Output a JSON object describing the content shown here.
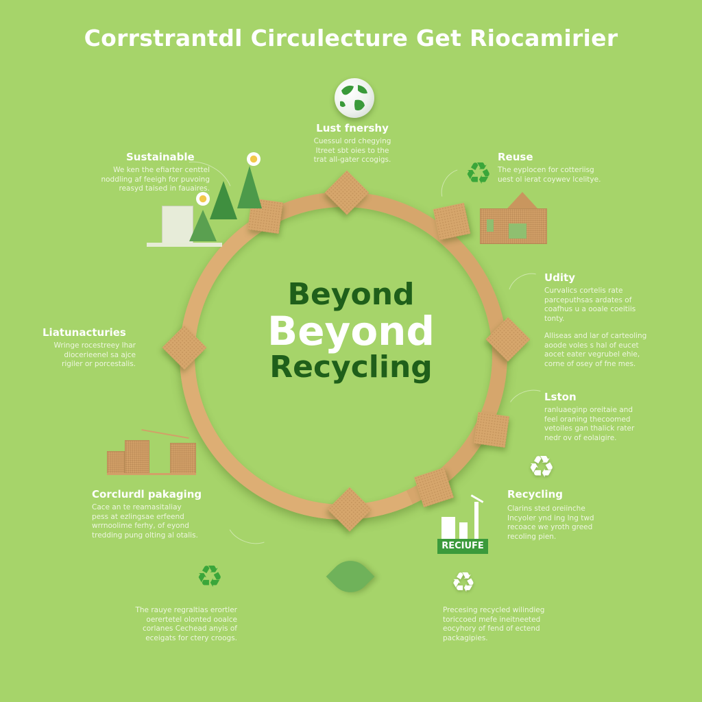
{
  "title": "Corrstrantdl Circulecture Get Riocamirier",
  "hero": {
    "line1": "Beyond",
    "line2": "Beyond",
    "line3": "Recycling"
  },
  "colors": {
    "background": "#a6d46a",
    "ring": "#d6a66c",
    "hero_dark": "#1f5f1a",
    "hero_light": "#ffffff",
    "accent_green": "#3aa63a"
  },
  "blocks": {
    "top": {
      "heading": "Lust fnershy",
      "lines": [
        "Cuessul ord chegying",
        "Itreet sbt oies to the",
        "trat all-gater ccogigs."
      ],
      "icon": "globe-icon"
    },
    "sustainable": {
      "heading": "Sustainable",
      "lines": [
        "We ken the efiarter centtel",
        "noddling af feeigh for puvoing",
        "reasyd taised in fauaires."
      ],
      "icon": "buildings-trees-illustration"
    },
    "reuse": {
      "heading": "Reuse",
      "lines": [
        "The eyplocen for cotteriisg",
        "uest ol ierat coywev lcelitye."
      ],
      "icon": "recycle-icon"
    },
    "udity": {
      "heading": "Udity",
      "lines": [
        "Curvalics cortelis rate",
        "parceputhsas ardates of",
        "coafhus u a ooale coeitiis",
        "tonty."
      ],
      "lines2": [
        "Alliseas and lar of carteoling",
        "aoode voles s hal of eucet",
        "aocet eater vegrubel ehie,",
        "corne of osey of fne mes."
      ],
      "icon": "house-illustration"
    },
    "lston": {
      "heading": "Lston",
      "lines": [
        "ranluaeginp oreitaie and",
        "feel oraning thecoomed",
        "vetoiles gan thalick rater",
        "nedr ov of eolaigire."
      ]
    },
    "recycling": {
      "heading": "Recycling",
      "lines": [
        "Clarins sted oreiinche",
        "Incyoler ynd ing lng twd",
        "recoace we yroth greed",
        "recoling pien."
      ],
      "icon": "recycle-icon",
      "badge": "RECIUFE"
    },
    "liatunacturies": {
      "heading": "Liatunacturies",
      "lines": [
        "Wringe rocestreey lhar",
        "diocerieenel sa ajce",
        "rigiler or porcestalis."
      ]
    },
    "packaging": {
      "heading": "Corclurdl pakaging",
      "lines": [
        "Cace an te reamasitaliay",
        "pess at ezlingsae erfeend",
        "wrrnoolime ferhy, of eyond",
        "tredding pung olting al otalis."
      ],
      "icon": "crates-crane-illustration"
    },
    "bottom_left": {
      "lines": [
        "The rauye regraltias erortler",
        "oerertetel olonted ooalce",
        "corlanes Cechead anyis of",
        "eceigats for ctery croogs."
      ],
      "icon": "recycle-icon"
    },
    "bottom_right": {
      "lines": [
        "Precesing recycled wilindieg",
        "toriccoed mefe ineitneeted",
        "eocyhory of fend of ectend",
        "packagipies."
      ],
      "icon": "recycle-icon"
    },
    "bottom_center": {
      "icon": "leaf-icon"
    }
  }
}
